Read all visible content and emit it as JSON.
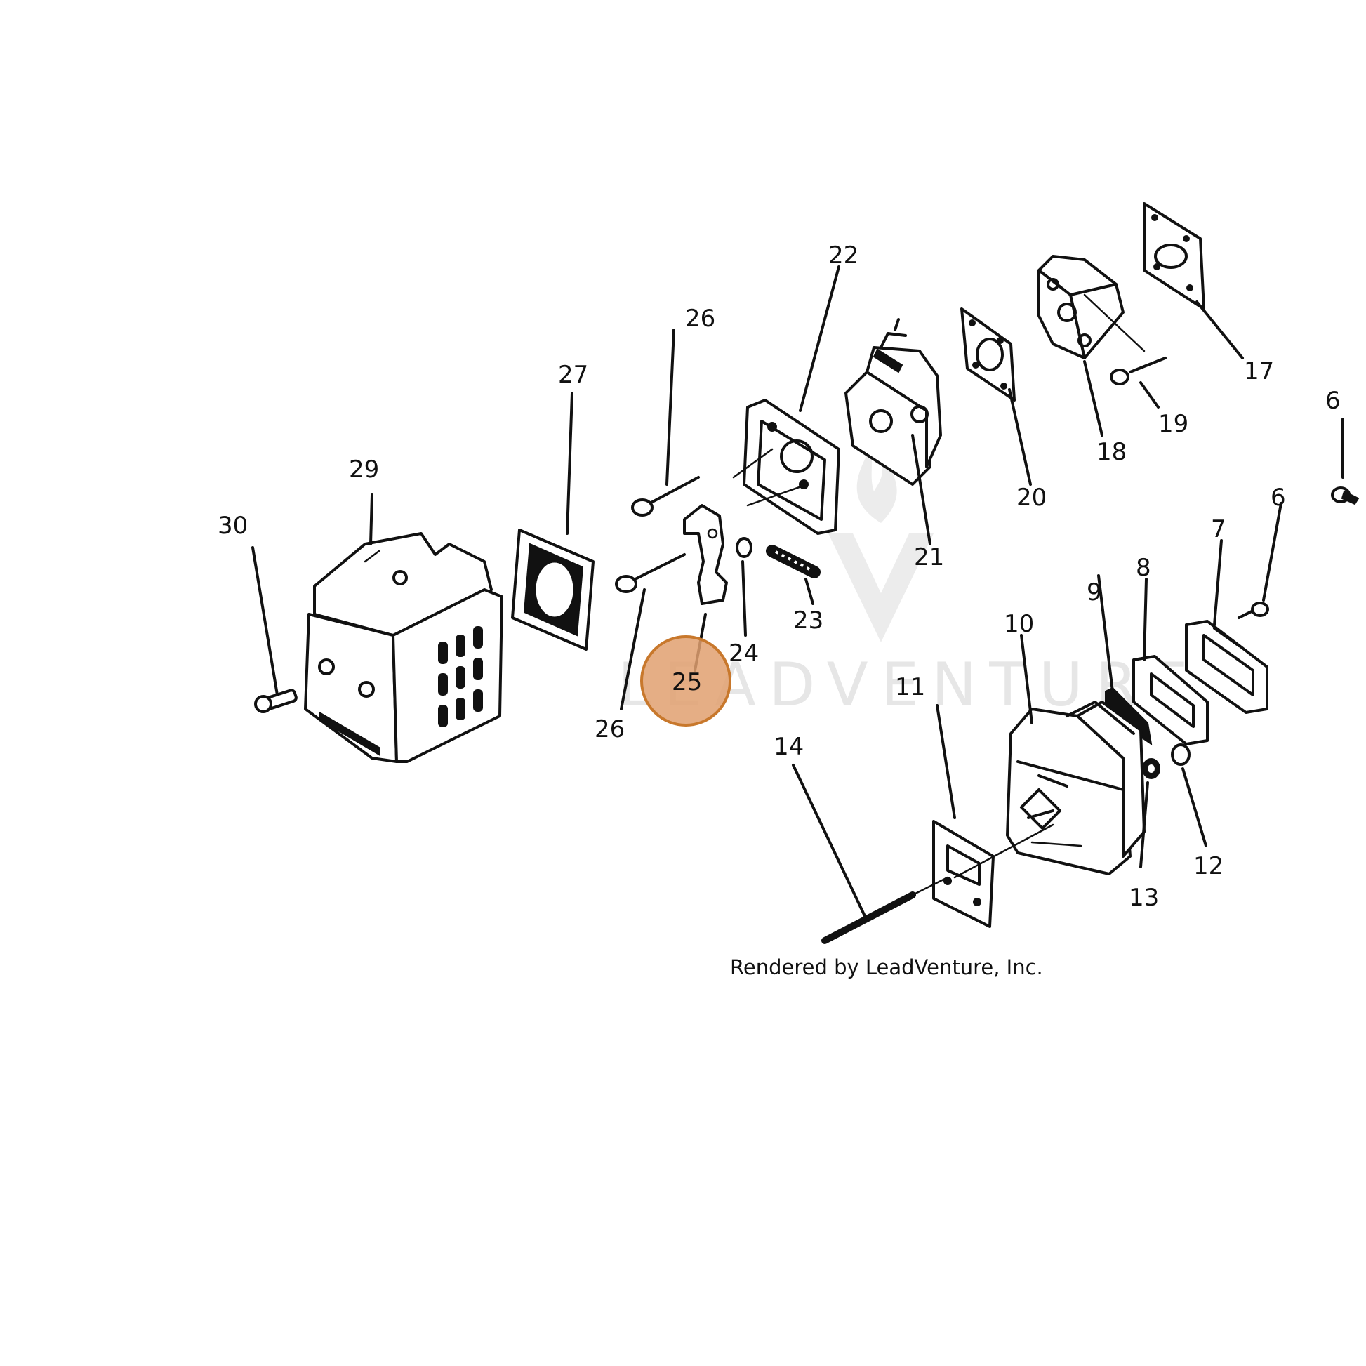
{
  "diagram": {
    "caption": "Rendered by LeadVenture, Inc.",
    "watermark_text": "LEADVENTURE",
    "highlight_color": "#e0a070",
    "highlight_stroke": "#c8782c",
    "highlighted_part": "25",
    "part_labels": {
      "p6a": "6",
      "p6b": "6",
      "p7": "7",
      "p8": "8",
      "p9": "9",
      "p10": "10",
      "p11": "11",
      "p12": "12",
      "p13": "13",
      "p14": "14",
      "p17": "17",
      "p18": "18",
      "p19": "19",
      "p20": "20",
      "p21": "21",
      "p22": "22",
      "p23": "23",
      "p24": "24",
      "p25": "25",
      "p26a": "26",
      "p26b": "26",
      "p27": "27",
      "p29": "29",
      "p30": "30"
    }
  }
}
